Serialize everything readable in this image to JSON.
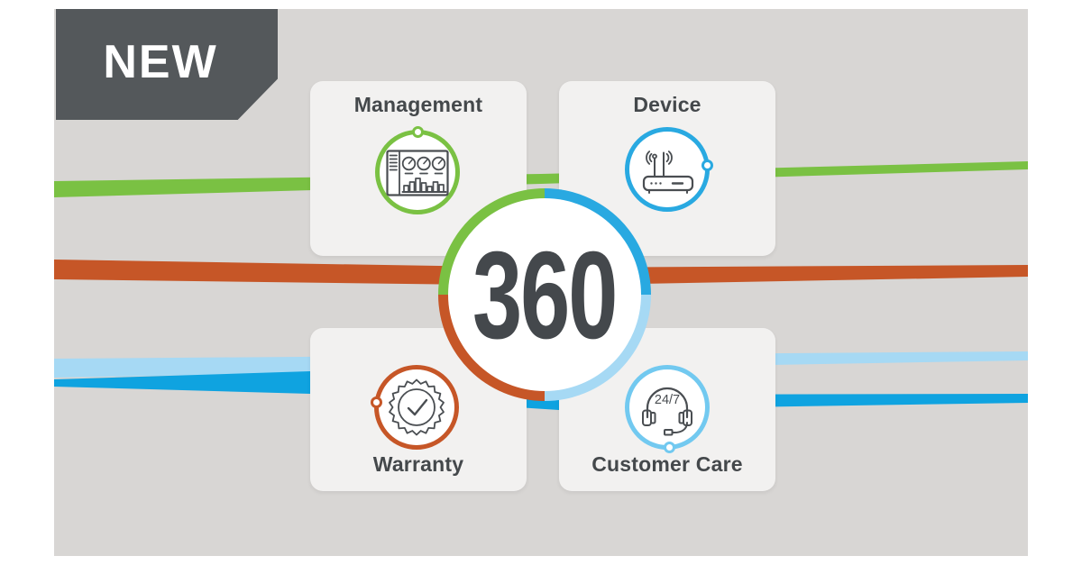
{
  "badge": {
    "label": "NEW",
    "background_color": "#54585B",
    "text_color": "#FFFFFF"
  },
  "center_circle": {
    "value": "360",
    "text_color": "#44484C",
    "ring_segments": [
      {
        "position": "top-right",
        "color": "#29A9E1"
      },
      {
        "position": "bottom-right",
        "color": "#A6D9F4"
      },
      {
        "position": "bottom-left",
        "color": "#C65627"
      },
      {
        "position": "top-left",
        "color": "#7AC143"
      }
    ]
  },
  "cards": [
    {
      "label": "Management",
      "icon": "dashboard-gauges-icon",
      "accent_color": "#7AC143"
    },
    {
      "label": "Device",
      "icon": "wireless-router-icon",
      "accent_color": "#29A9E1"
    },
    {
      "label": "Warranty",
      "icon": "warranty-seal-check-icon",
      "accent_color": "#C65627"
    },
    {
      "label": "Customer Care",
      "icon": "headset-icon",
      "icon_text": "24/7",
      "accent_color": "#72C9F0"
    }
  ],
  "ribbons": [
    {
      "name": "green-ribbon",
      "color": "#7AC143"
    },
    {
      "name": "orange-ribbon",
      "color": "#C65627"
    },
    {
      "name": "light-blue-ribbon",
      "color": "#A6D9F4"
    },
    {
      "name": "dark-blue-ribbon",
      "color": "#0FA3E0"
    }
  ],
  "colors": {
    "page_background": "#FFFFFF",
    "stage_background": "#D8D6D4",
    "card_background": "#F2F1F0",
    "icon_stroke": "#4A4E52",
    "title_text": "#44484B"
  }
}
